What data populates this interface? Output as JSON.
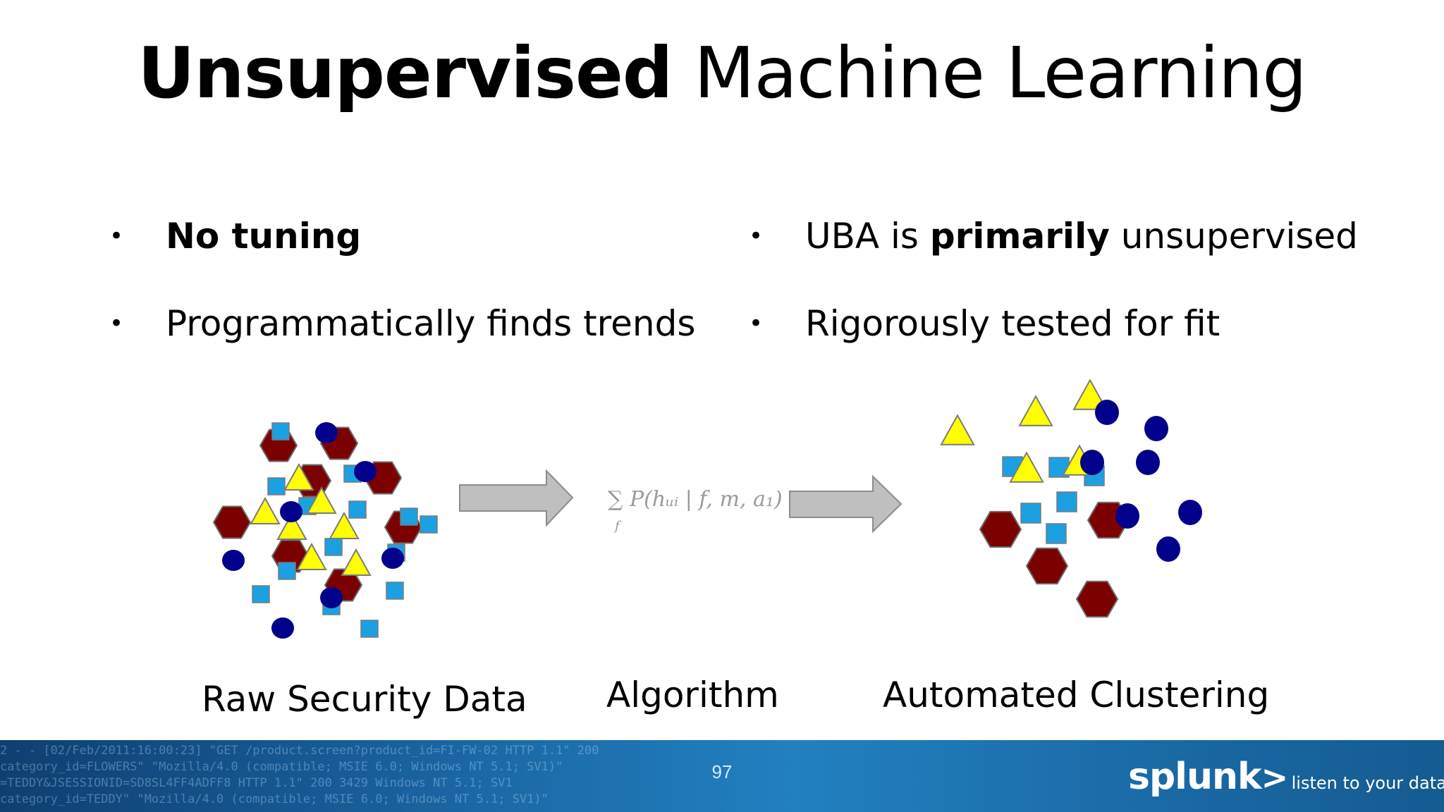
{
  "title": {
    "bold": "Unsupervised",
    "rest": "Machine Learning"
  },
  "bullets_left": [
    {
      "bold": "No tuning",
      "text": ""
    },
    {
      "bold": "",
      "text": "Programmatically finds trends"
    }
  ],
  "bullets_right": [
    {
      "pre": "UBA is ",
      "bold": "primarily",
      "post": " unsupervised"
    },
    {
      "pre": "Rigorously tested for fit",
      "bold": "",
      "post": ""
    }
  ],
  "bullet_symbol": "•",
  "captions": {
    "raw": "Raw Security Data",
    "algorithm": "Algorithm",
    "clustering": "Automated Clustering"
  },
  "formula": "∑ P(hᵤᵢ | f, m, a₁)",
  "formula_index": "f",
  "colors": {
    "hexagon": "#7b0000",
    "square": "#1ba1e2",
    "triangle": "#ffff00",
    "circle": "#00008b",
    "arrow": "#bfbfbf"
  },
  "footer": {
    "page_number": "97",
    "logo_word": "splunk",
    "logo_chevron": ">",
    "logo_tag": "listen to your data",
    "log_lines": [
      "2 - - [02/Feb/2011:16:00:23] \"GET /product.screen?product_id=FI-FW-02 HTTP 1.1\" 200",
      "category_id=FLOWERS\" \"Mozilla/4.0 (compatible; MSIE 6.0; Windows NT 5.1; SV1)\"",
      "=TEDDY&JSESSIONID=SD8SL4FF4ADFF8 HTTP 1.1\" 200 3429 Windows NT 5.1; SV1",
      "category_id=TEDDY\" \"Mozilla/4.0 (compatible; MSIE 6.0; Windows NT 5.1; SV1)\""
    ]
  }
}
